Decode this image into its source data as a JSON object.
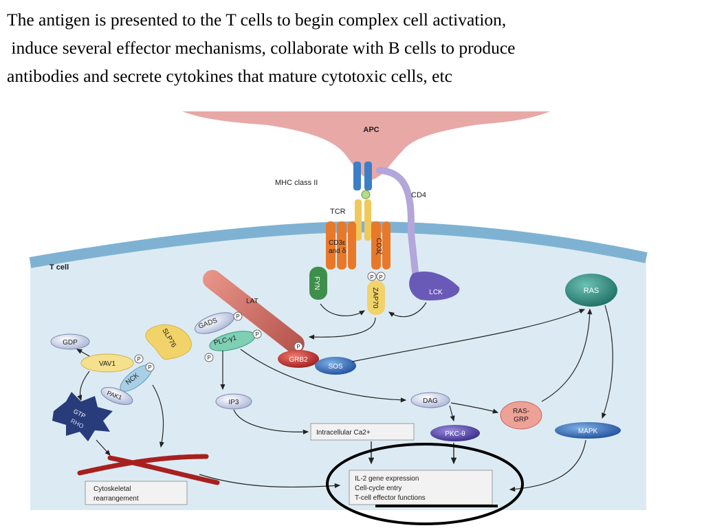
{
  "caption": {
    "line1": "The antigen is presented to the T cells to begin complex cell activation,",
    "line2": " induce several effector mechanisms, collaborate with B cells to produce",
    "line3": "antibodies and secrete cytokines that mature cytotoxic cells, etc"
  },
  "diagram": {
    "apc": "APC",
    "mhc": "MHC class II",
    "cd4": "CD4",
    "tcr": "TCR",
    "tcell": "T cell",
    "cd3_line1": "CD3ε",
    "cd3_line2": "and δ",
    "cd3z": "CD3ζ",
    "fyn": "FYN",
    "zap70": "ZAP70",
    "lck": "LCK",
    "p": "P",
    "lat": "LAT",
    "gads": "GADS",
    "slp76": "SLP76",
    "plc": "PLC-γ1",
    "grb2": "GRB2",
    "sos": "SOS",
    "ras": "RAS",
    "gdp": "GDP",
    "vav1": "VAV1",
    "nck": "NCK",
    "pak1": "PAK1",
    "gtp": "GTP",
    "rho": "RHO",
    "ip3": "IP3",
    "dag": "DAG",
    "rasgrp_line1": "RAS-",
    "rasgrp_line2": "GRP",
    "ca": "Intracellular Ca2+",
    "pkc": "PKC-θ",
    "mapk": "MAPK",
    "cyto_line1": "Cytoskeletal",
    "cyto_line2": "rearrangement",
    "out_line1": "IL-2 gene expression",
    "out_line2": "Cell-cycle entry",
    "out_line3": "T-cell effector functions"
  },
  "colors": {
    "cytoplasm": "#dcebf3",
    "membrane": "#7fb2d2",
    "apc": "#e7a8a6",
    "receptor_blue": "#3d7fc6",
    "cd3_orange": "#e9792a",
    "fyn_green": "#3f8f4c",
    "zap_yellow": "#f1d36a",
    "lck_purple": "#6a5ab8",
    "lat_red": "#c9645a",
    "ras_teal": "#2e8a7e",
    "grb2_red": "#c52a2a",
    "sos_blue": "#2d69b8",
    "pkc_purple": "#4a3b9c",
    "rho_navy": "#283b7a",
    "actin_red": "#a8201e"
  }
}
